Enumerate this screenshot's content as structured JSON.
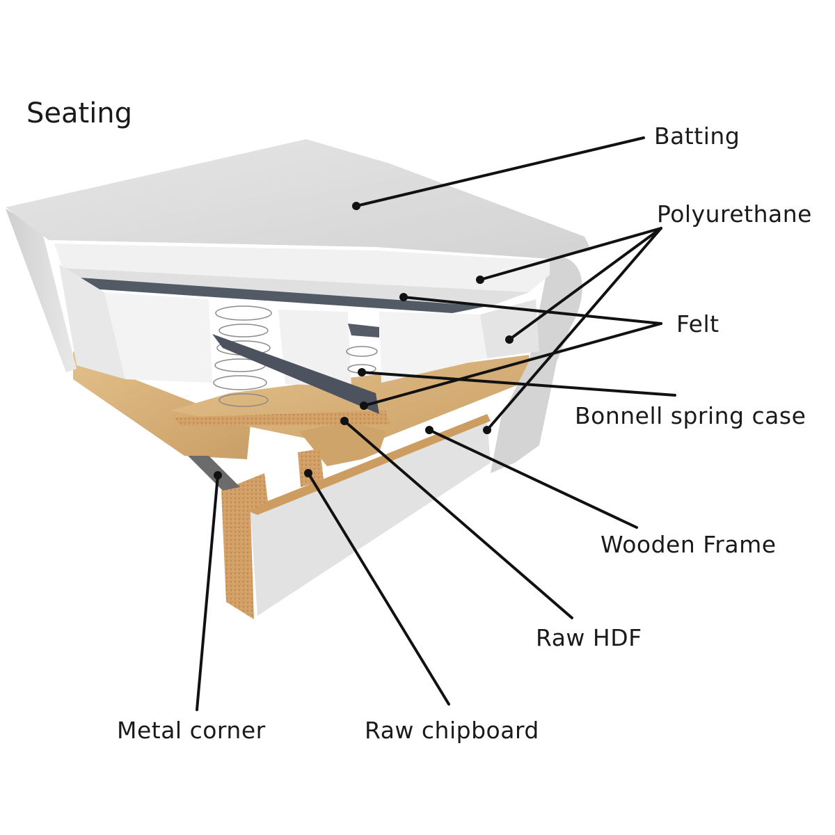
{
  "title": "Seating",
  "labels": {
    "batting": "Batting",
    "polyurethane": "Polyurethane",
    "felt": "Felt",
    "bonnell": "Bonnell spring case",
    "wooden_frame": "Wooden Frame",
    "raw_hdf": "Raw HDF",
    "metal_corner": "Metal corner",
    "raw_chipboard": "Raw chipboard"
  },
  "colors": {
    "fabric": "#d9d9d9",
    "foam": "#ececec",
    "felt": "#4e5560",
    "wood": "#d8b27c",
    "chipboard": "#c9975f",
    "leader": "#111111"
  }
}
